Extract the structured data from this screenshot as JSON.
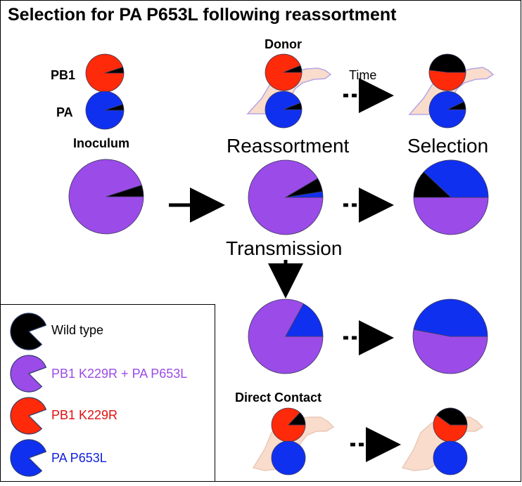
{
  "title": "Selection for PA P653L following reassortment",
  "labels": {
    "pb1": "PB1",
    "pa": "PA",
    "inoculum": "Inoculum",
    "donor": "Donor",
    "time": "Time",
    "reassortment": "Reassortment",
    "selection": "Selection",
    "transmission": "Transmission",
    "direct_contact": "Direct Contact"
  },
  "colors": {
    "wild_type": "#000000",
    "double_mutant": "#9B4BE8",
    "pb1_k229r": "#FF2A0A",
    "pa_p653l": "#1030F0",
    "ferret_fill": "#F9DCCB",
    "ferret_outline_donor": "#B4A6E8",
    "ferret_outline_contact": "#E9C9B8"
  },
  "legend": [
    {
      "label": "Wild type",
      "color": "#000000",
      "text_color": "#000000",
      "icon": "wild-type-pacman-icon"
    },
    {
      "label": "PB1 K229R + PA P653L",
      "color": "#9B4BE8",
      "text_color": "#9B4BE8",
      "icon": "double-mutant-pacman-icon"
    },
    {
      "label": "PB1 K229R",
      "color": "#FF2A0A",
      "text_color": "#E01010",
      "icon": "pb1-mutant-pacman-icon"
    },
    {
      "label": "PA P653L",
      "color": "#1030F0",
      "text_color": "#1020D8",
      "icon": "pa-mutant-pacman-icon"
    }
  ],
  "pies": {
    "pb1_small": [
      {
        "variant": "pb1_k229r",
        "fraction": 0.95
      },
      {
        "variant": "wild_type",
        "fraction": 0.05
      }
    ],
    "pa_small": [
      {
        "variant": "pa_p653l",
        "fraction": 0.95
      },
      {
        "variant": "wild_type",
        "fraction": 0.05
      }
    ],
    "inoculum": [
      {
        "variant": "double_mutant",
        "fraction": 0.95
      },
      {
        "variant": "wild_type",
        "fraction": 0.05
      }
    ],
    "donor_pb1_early": [
      {
        "variant": "pb1_k229r",
        "fraction": 0.94
      },
      {
        "variant": "wild_type",
        "fraction": 0.06
      }
    ],
    "donor_pa_early": [
      {
        "variant": "pa_p653l",
        "fraction": 0.94
      },
      {
        "variant": "wild_type",
        "fraction": 0.06
      }
    ],
    "donor_pb1_late": [
      {
        "variant": "pb1_k229r",
        "fraction": 0.52
      },
      {
        "variant": "wild_type",
        "fraction": 0.48
      }
    ],
    "donor_pa_late": [
      {
        "variant": "pa_p653l",
        "fraction": 0.93
      },
      {
        "variant": "wild_type",
        "fraction": 0.07
      }
    ],
    "reassortment": [
      {
        "variant": "double_mutant",
        "fraction": 0.915
      },
      {
        "variant": "wild_type",
        "fraction": 0.06
      },
      {
        "variant": "pa_p653l",
        "fraction": 0.025
      }
    ],
    "selection": [
      {
        "variant": "double_mutant",
        "fraction": 0.5
      },
      {
        "variant": "wild_type",
        "fraction": 0.12
      },
      {
        "variant": "pa_p653l",
        "fraction": 0.38
      }
    ],
    "transmission": [
      {
        "variant": "double_mutant",
        "fraction": 0.83
      },
      {
        "variant": "pa_p653l",
        "fraction": 0.17
      }
    ],
    "contact_late": [
      {
        "variant": "double_mutant",
        "fraction": 0.53
      },
      {
        "variant": "pa_p653l",
        "fraction": 0.47
      }
    ],
    "contact_pb1_early": [
      {
        "variant": "pb1_k229r",
        "fraction": 0.87
      },
      {
        "variant": "wild_type",
        "fraction": 0.13
      }
    ],
    "contact_pa_early": [
      {
        "variant": "pa_p653l",
        "fraction": 1.0
      }
    ],
    "contact_pb1_late": [
      {
        "variant": "pb1_k229r",
        "fraction": 0.6
      },
      {
        "variant": "wild_type",
        "fraction": 0.4
      }
    ],
    "contact_pa_late": [
      {
        "variant": "pa_p653l",
        "fraction": 1.0
      }
    ]
  }
}
